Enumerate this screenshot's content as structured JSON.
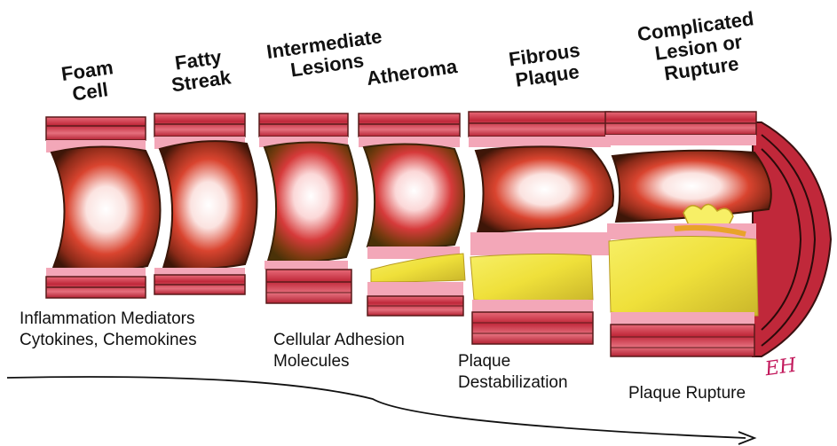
{
  "stages": [
    {
      "title_line1": "Foam",
      "title_line2": "Cell"
    },
    {
      "title_line1": "Fatty",
      "title_line2": "Streak"
    },
    {
      "title_line1": "Intermediate",
      "title_line2": "Lesions"
    },
    {
      "title_line1": "Atheroma",
      "title_line2": ""
    },
    {
      "title_line1": "Fibrous",
      "title_line2": "Plaque"
    },
    {
      "title_line1": "Complicated",
      "title_line2": "Lesion or",
      "title_line3": "Rupture"
    }
  ],
  "captions": {
    "inflammation_line1": "Inflammation Mediators",
    "inflammation_line2": "Cytokines, Chemokines",
    "adhesion_line1": "Cellular Adhesion",
    "adhesion_line2": "Molecules",
    "destabilization_line1": "Plaque",
    "destabilization_line2": "Destabilization",
    "rupture": "Plaque Rupture"
  },
  "signature": "EH",
  "colors": {
    "wall_red": "#c0283a",
    "wall_pink": "#f3a7b8",
    "lumen_dark": "#5a2010",
    "plaque_yellow": "#f2e23a",
    "plaque_orange": "#e9a32a"
  }
}
